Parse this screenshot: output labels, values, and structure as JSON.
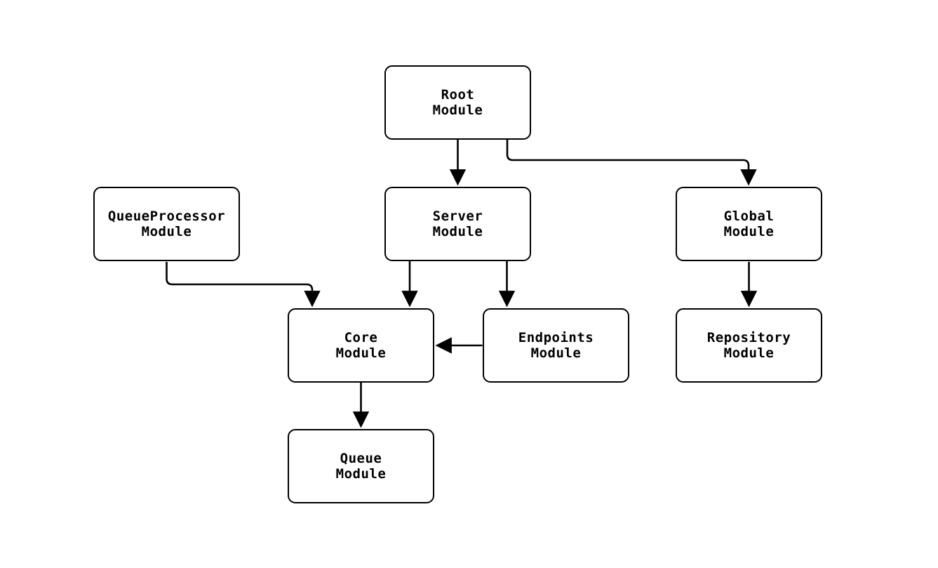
{
  "diagram": {
    "kind": "module-dependency-graph",
    "background_color": "#ffffff",
    "stroke_color": "#000000",
    "text_color": "#000000",
    "node_fill_color": "#ffffff",
    "nodes": [
      {
        "id": "root",
        "label": "Root\nModule"
      },
      {
        "id": "queueprocessor",
        "label": "QueueProcessor\nModule"
      },
      {
        "id": "server",
        "label": "Server\nModule"
      },
      {
        "id": "global",
        "label": "Global\nModule"
      },
      {
        "id": "core",
        "label": "Core\nModule"
      },
      {
        "id": "endpoints",
        "label": "Endpoints\nModule"
      },
      {
        "id": "repository",
        "label": "Repository\nModule"
      },
      {
        "id": "queue",
        "label": "Queue\nModule"
      }
    ],
    "edges": [
      {
        "from": "Root Module",
        "to": "Server Module"
      },
      {
        "from": "Root Module",
        "to": "Global Module"
      },
      {
        "from": "QueueProcessor Module",
        "to": "Core Module"
      },
      {
        "from": "Server Module",
        "to": "Core Module"
      },
      {
        "from": "Server Module",
        "to": "Endpoints Module"
      },
      {
        "from": "Endpoints Module",
        "to": "Core Module"
      },
      {
        "from": "Global Module",
        "to": "Repository Module"
      },
      {
        "from": "Core Module",
        "to": "Queue Module"
      }
    ]
  }
}
